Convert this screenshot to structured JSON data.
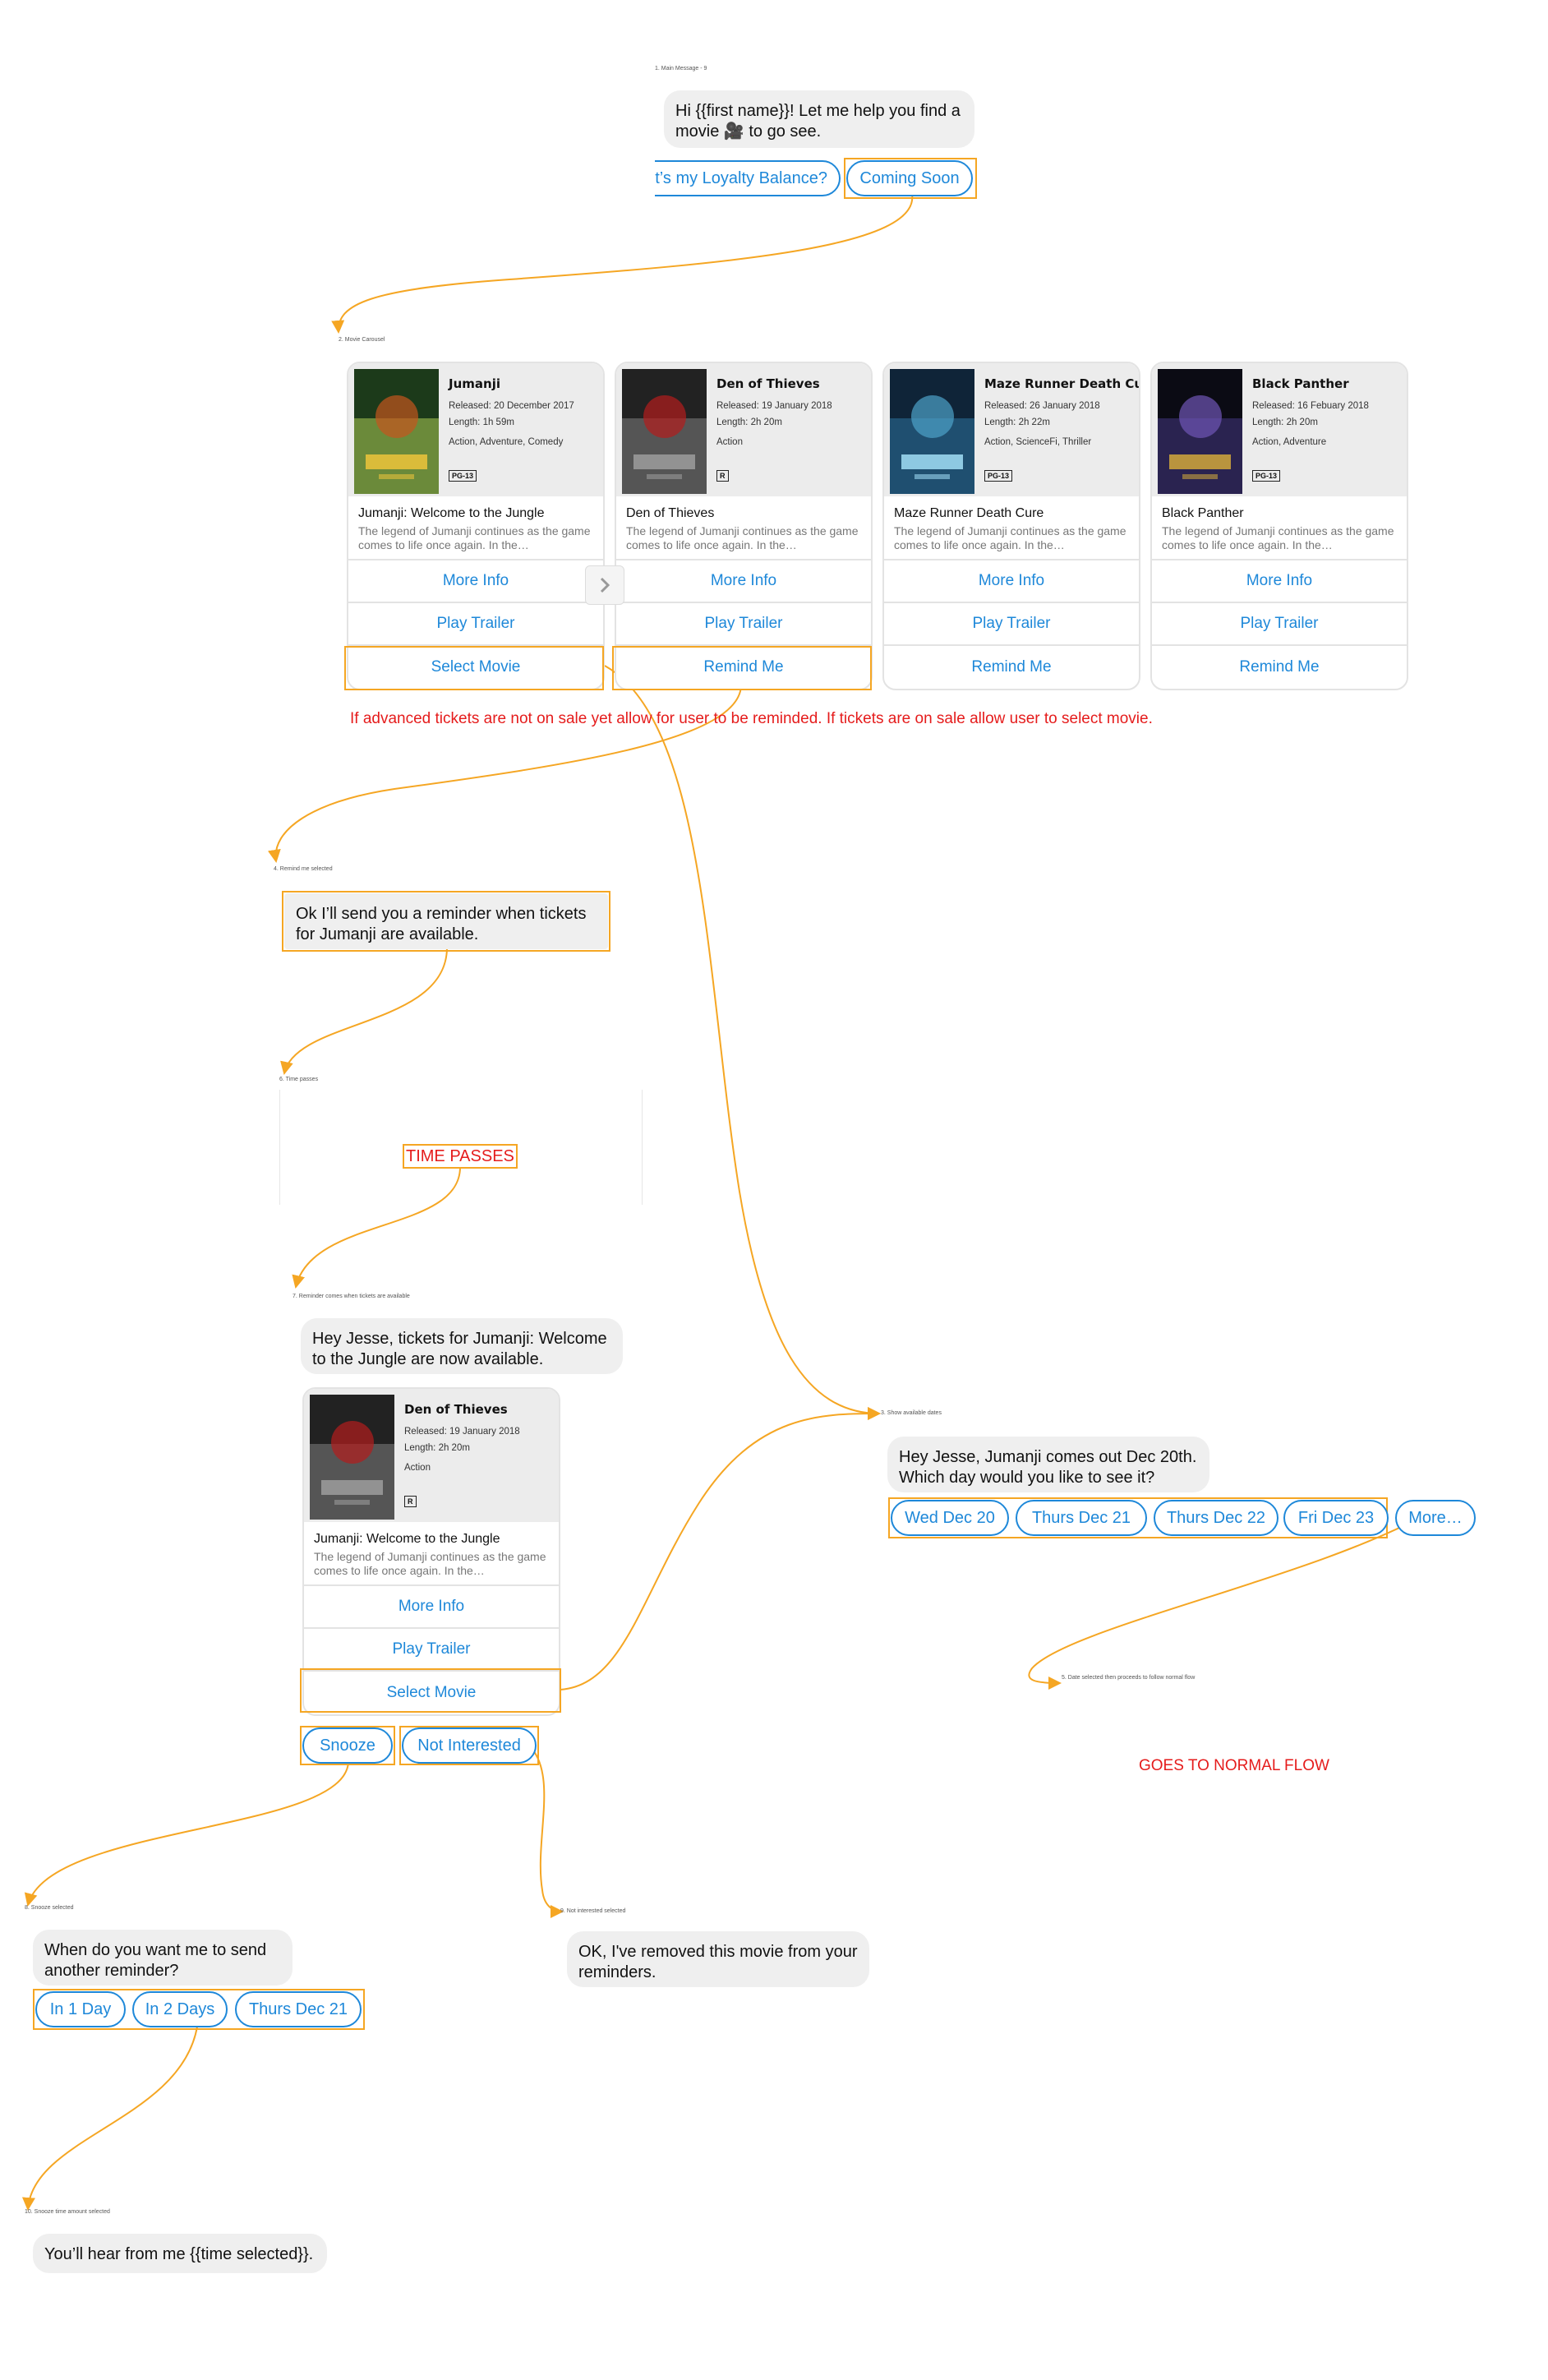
{
  "step_labels": {
    "s1": "1. Main Message - 9",
    "s2": "2. Movie Carousel",
    "s3": "3. Show available dates",
    "s4": "4. Remind me selected",
    "s5": "5. Date selected then proceeds to follow normal flow",
    "s6": "6. Time passes",
    "s7": "7. Reminder comes when tickets are available",
    "s8": "8. Snooze selected",
    "s9": "9. Not interested selected",
    "s10": "10. Snooze time amount selected"
  },
  "main_message": {
    "text": "Hi {{first name}}! Let me help you find a movie 🎥  to go see.",
    "quick_replies": [
      "t’s my Loyalty Balance?",
      "Coming Soon"
    ]
  },
  "carousel": [
    {
      "poster_title": "Jumanji",
      "released": "Released: 20 December 2017",
      "length": "Length: 1h 59m",
      "genre": "Action, Adventure, Comedy",
      "rating": "PG-13",
      "card_title": "Jumanji: Welcome to the Jungle",
      "desc": "The legend of Jumanji continues as the game comes to life once again. In the…",
      "buttons": [
        "More Info",
        "Play Trailer",
        "Select Movie"
      ]
    },
    {
      "poster_title": "Den of Thieves",
      "released": "Released: 19 January 2018",
      "length": "Length: 2h 20m",
      "genre": "Action",
      "rating": "R",
      "card_title": "Den of Thieves",
      "desc": "The legend of Jumanji continues as the game comes to life once again. In the…",
      "buttons": [
        "More Info",
        "Play Trailer",
        "Remind Me"
      ]
    },
    {
      "poster_title": "Maze Runner Death Cure",
      "released": "Released: 26 January 2018",
      "length": "Length: 2h 22m",
      "genre": "Action, ScienceFi, Thriller",
      "rating": "PG-13",
      "card_title": "Maze Runner Death Cure",
      "desc": "The legend of Jumanji continues as the game comes to life once again. In the…",
      "buttons": [
        "More Info",
        "Play Trailer",
        "Remind Me"
      ]
    },
    {
      "poster_title": "Black Panther",
      "released": "Released: 16 Febuary 2018",
      "length": "Length: 2h 20m",
      "genre": "Action, Adventure",
      "rating": "PG-13",
      "card_title": "Black Panther",
      "desc": "The legend of Jumanji continues as the game comes to life once again. In the…",
      "buttons": [
        "More Info",
        "Play Trailer",
        "Remind Me"
      ]
    }
  ],
  "carousel_note": "If advanced tickets are not on sale yet allow for user to be reminded. If tickets are on sale allow user to select movie.",
  "remind_confirm": "Ok I’ll send you a reminder when tickets for Jumanji are available.",
  "time_passes": "TIME PASSES",
  "reminder_message": "Hey Jesse, tickets for Jumanji: Welcome to the Jungle are now available.",
  "reminder_card": {
    "poster_title": "Den of Thieves",
    "released": "Released: 19 January 2018",
    "length": "Length: 2h 20m",
    "genre": "Action",
    "rating": "R",
    "card_title": "Jumanji: Welcome to the Jungle",
    "desc": "The legend of Jumanji continues as the game comes to life once again. In the…",
    "buttons": [
      "More Info",
      "Play Trailer",
      "Select Movie"
    ]
  },
  "reminder_replies": [
    "Snooze",
    "Not Interested"
  ],
  "dates_message": "Hey Jesse, Jumanji comes out Dec 20th. Which day would you like to see it?",
  "date_options": [
    "Wed Dec 20",
    "Thurs Dec 21",
    "Thurs Dec 22",
    "Fri Dec 23",
    "More…"
  ],
  "normal_flow_note": "GOES TO NORMAL FLOW",
  "snooze_message": "When do you want me to send another reminder?",
  "snooze_options": [
    "In 1 Day",
    "In 2 Days",
    "Thurs Dec 21"
  ],
  "removed_message": "OK, I've removed this movie from your reminders.",
  "final_message": "You’ll hear from me {{time selected}}.",
  "colors": {
    "accent": "#1e88d9",
    "highlight": "#f5a623",
    "note": "#e51c1c",
    "bubble": "#efefef"
  },
  "icons": {
    "carousel_next": "chevron-right-icon"
  }
}
